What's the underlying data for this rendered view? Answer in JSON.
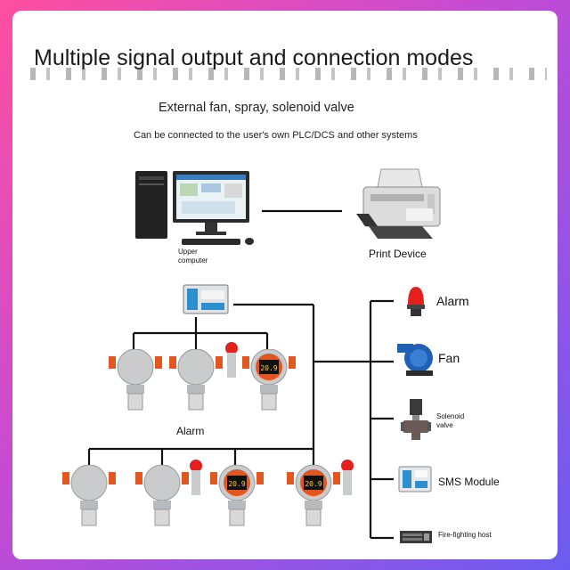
{
  "title": "Multiple signal output and connection modes",
  "subtitle": "External fan, spray, solenoid valve",
  "subtitle2": "Can be connected to the user's own PLC/DCS and other systems",
  "labels": {
    "upper_computer_line1": "Upper",
    "upper_computer_line2": "computer",
    "print_device": "Print Device",
    "alarm_group": "Alarm",
    "alarm": "Alarm",
    "fan": "Fan",
    "solenoid_line1": "Solenoid",
    "solenoid_line2": "valve",
    "sms_module": "SMS Module",
    "fire_host": "Fire-fighting host"
  },
  "detector_display": "20.9",
  "colors": {
    "wire": "#111111",
    "orange": "#e2561f",
    "gray_body": "#c9cbcd",
    "red_lamp": "#e3201c",
    "fan_blue": "#1f5fb4",
    "module_blue": "#2e8fd0",
    "accent_pink": "#ff4fa0",
    "accent_purple": "#6a5cf0"
  },
  "icons": [
    "computer-icon",
    "printer-icon",
    "relay-module-icon",
    "gas-detector-icon",
    "alarm-lamp-icon",
    "fan-icon",
    "solenoid-valve-icon",
    "sms-module-icon",
    "fire-host-icon"
  ]
}
